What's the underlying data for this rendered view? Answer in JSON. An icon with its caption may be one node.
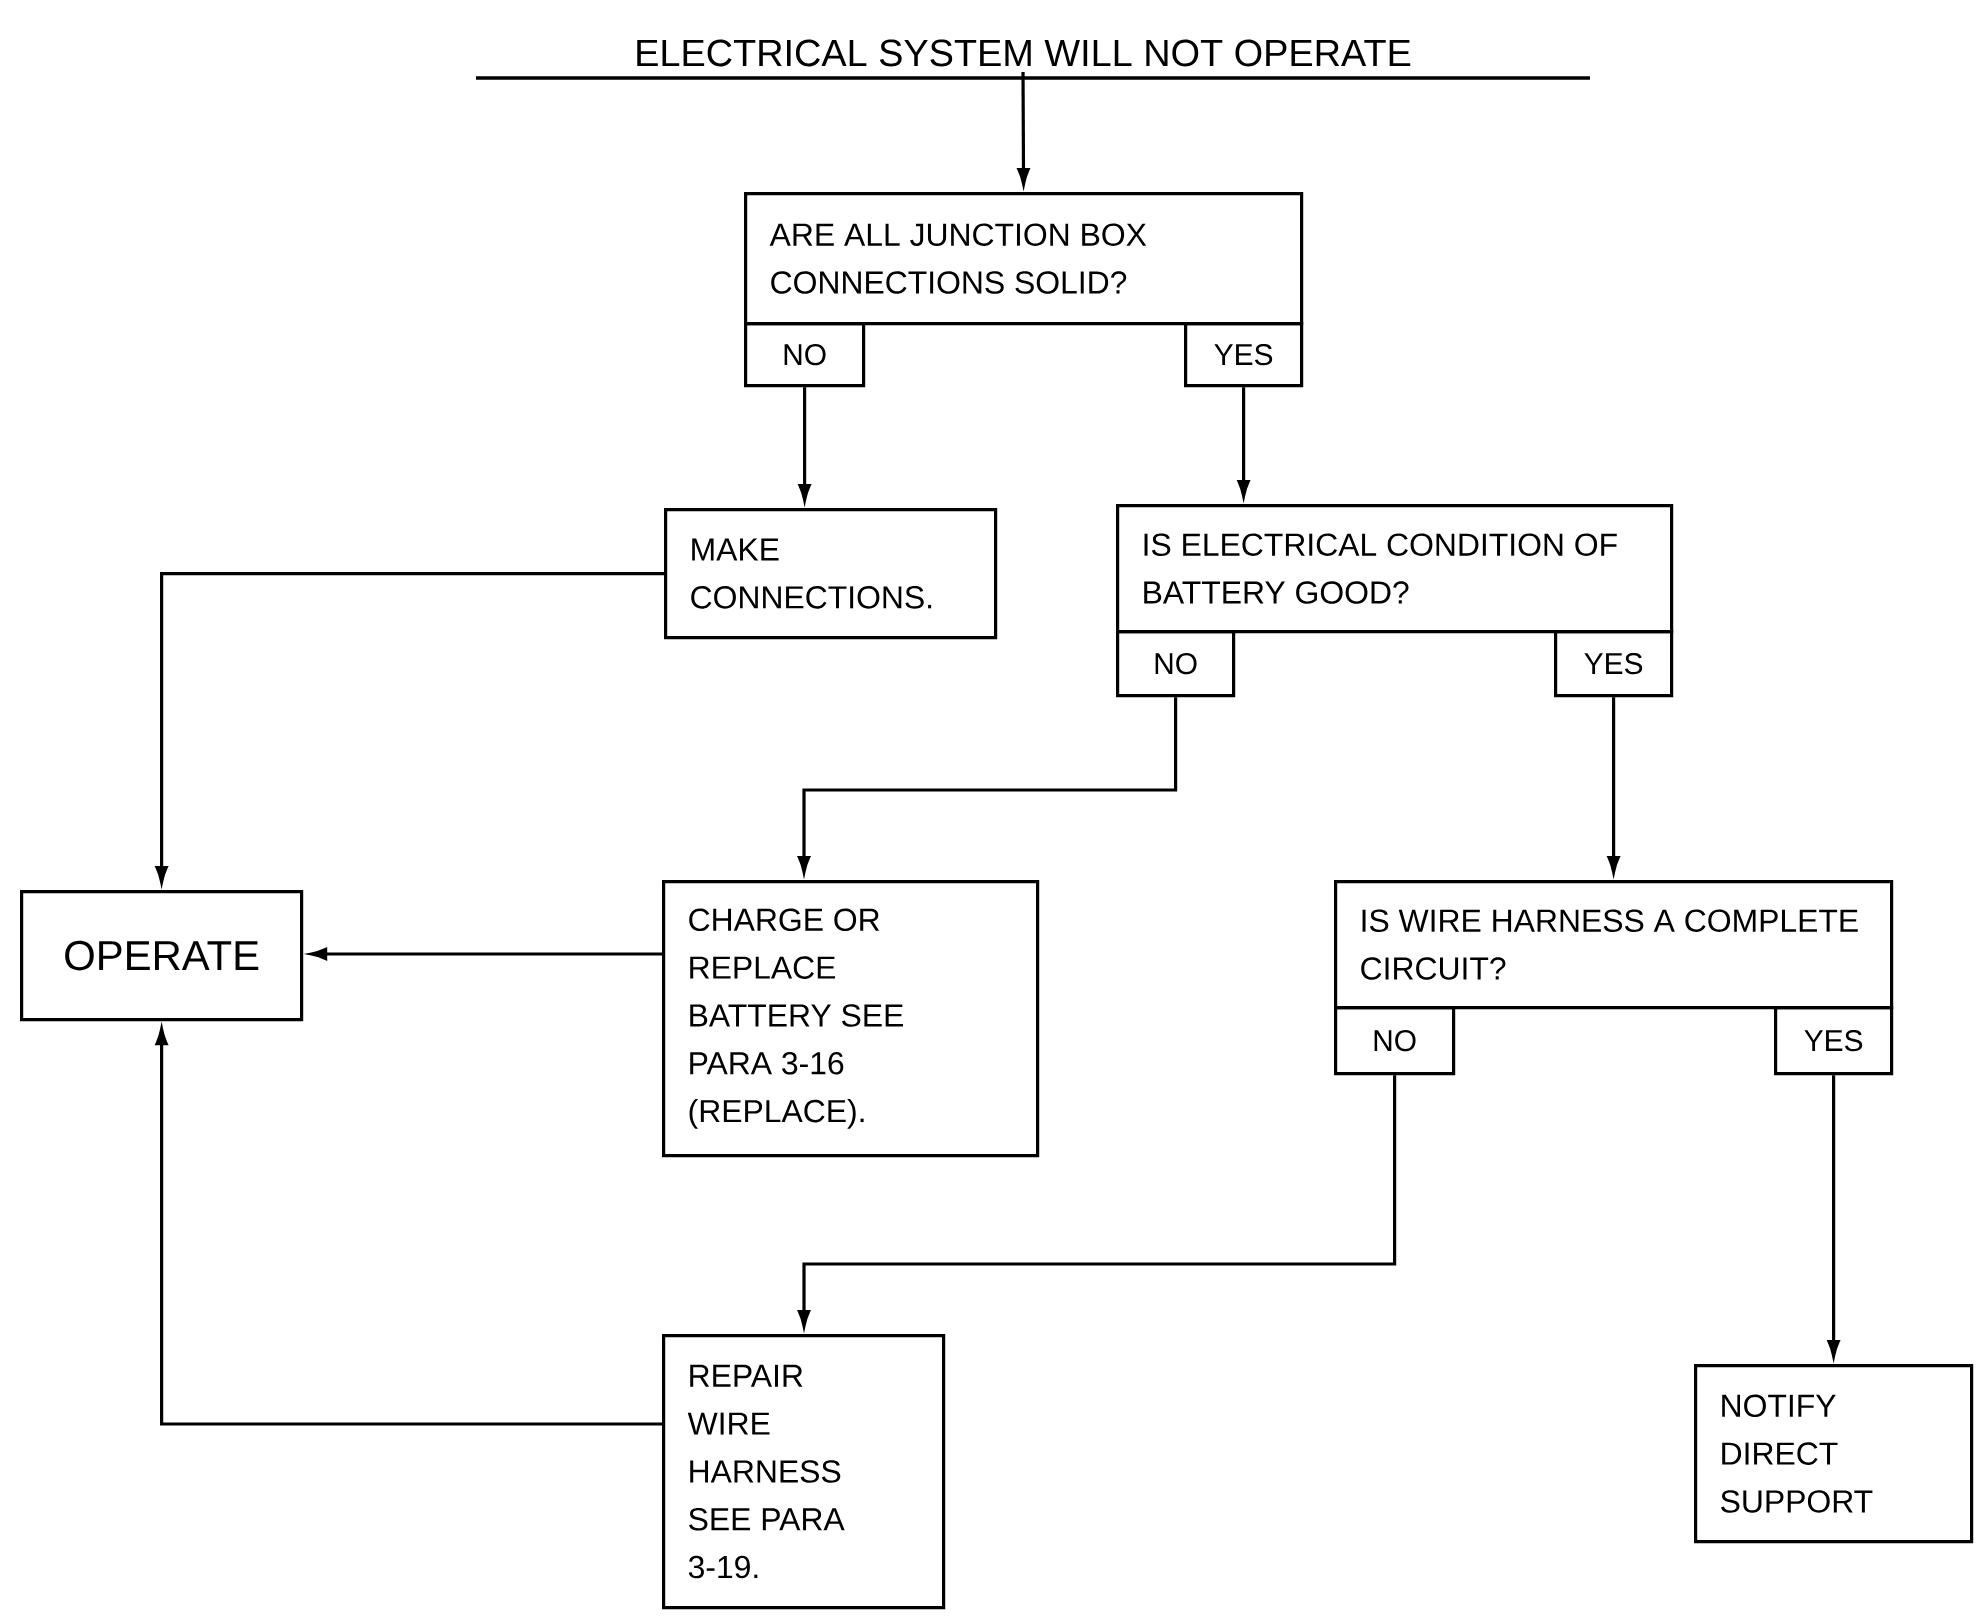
{
  "diagram": {
    "nodes": [
      {
        "text": [
          "ELECTRICAL SYSTEM WILL NOT OPERATE"
        ]
      },
      {
        "text": [
          "ARE ALL JUNCTION BOX CONNECTIONS SOLID?"
        ]
      },
      {
        "text": [
          "NO"
        ]
      },
      {
        "text": [
          "YES"
        ]
      },
      {
        "text": [
          "MAKE CONNECTIONS."
        ]
      },
      {
        "text": [
          "IS ELECTRICAL CONDITION OF BATTERY GOOD?"
        ]
      },
      {
        "text": [
          "NO"
        ]
      },
      {
        "text": [
          "YES"
        ]
      },
      {
        "text": [
          "OPERATE"
        ]
      },
      {
        "text": [
          "CHARGE OR REPLACE BATTERY SEE PARA 3-16 (REPLACE)."
        ]
      },
      {
        "text": [
          "IS WIRE HARNESS A COMPLETE CIRCUIT?"
        ]
      },
      {
        "text": [
          "NO"
        ]
      },
      {
        "text": [
          "YES"
        ]
      },
      {
        "text": [
          "REPAIR WIRE HARNESS SEE PARA 3-19."
        ]
      },
      {
        "text": [
          "NOTIFY DIRECT SUPPORT"
        ]
      }
    ],
    "edges": [
      {
        "from": 0,
        "to": 1,
        "arrow": "to"
      },
      {
        "from": 2,
        "to": 4,
        "arrow": "to"
      },
      {
        "from": 3,
        "to": 5,
        "arrow": "to"
      },
      {
        "from": 4,
        "to": 8,
        "arrow": "to"
      },
      {
        "from": 6,
        "to": 9,
        "arrow": "to"
      },
      {
        "from": 7,
        "to": 10,
        "arrow": "to"
      },
      {
        "from": 9,
        "to": 8,
        "arrow": "to"
      },
      {
        "from": 11,
        "to": 13,
        "arrow": "to"
      },
      {
        "from": 12,
        "to": 14,
        "arrow": "to"
      },
      {
        "from": 13,
        "to": 8,
        "arrow": "to"
      }
    ]
  }
}
